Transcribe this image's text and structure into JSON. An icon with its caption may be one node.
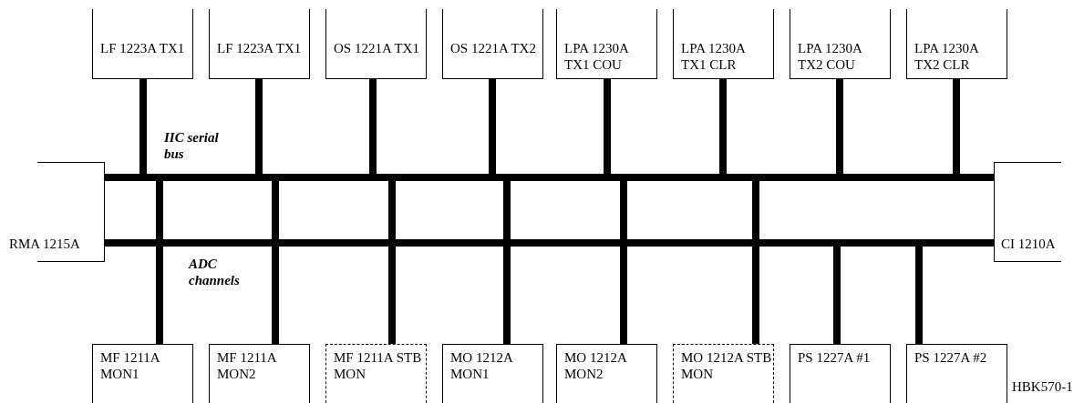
{
  "diagram": {
    "nodes": [
      {
        "text": [
          "LF 1223A TX1"
        ]
      },
      {
        "text": [
          "LF 1223A TX1"
        ]
      },
      {
        "text": [
          "OS 1221A TX1"
        ]
      },
      {
        "text": [
          "OS 1221A TX2"
        ]
      },
      {
        "text": [
          "LPA 1230A TX1 COU"
        ]
      },
      {
        "text": [
          "LPA 1230A TX1 CLR"
        ]
      },
      {
        "text": [
          "LPA 1230A TX2 COU"
        ]
      },
      {
        "text": [
          "LPA 1230A TX2 CLR"
        ]
      },
      {
        "text": [
          "RMA 1215A"
        ]
      },
      {
        "text": [
          "IIC serial bus"
        ]
      },
      {
        "text": [
          "ADC channels"
        ]
      },
      {
        "text": [
          "CI 1210A"
        ]
      },
      {
        "text": [
          "MF 1211A MON1"
        ]
      },
      {
        "text": [
          "MF 1211A MON2"
        ]
      },
      {
        "text": [
          "MF 1211A STB MON"
        ]
      },
      {
        "text": [
          "MO 1212A MON1"
        ]
      },
      {
        "text": [
          "MO 1212A MON2"
        ]
      },
      {
        "text": [
          "MO 1212A STB MON"
        ]
      },
      {
        "text": [
          "PS 1227A #1"
        ]
      },
      {
        "text": [
          "PS 1227A #2"
        ]
      }
    ],
    "edges": [
      {
        "from": 0,
        "to": 9,
        "arrow": "none"
      },
      {
        "from": 1,
        "to": 9,
        "arrow": "none"
      },
      {
        "from": 2,
        "to": 9,
        "arrow": "none"
      },
      {
        "from": 3,
        "to": 9,
        "arrow": "none"
      },
      {
        "from": 4,
        "to": 9,
        "arrow": "none"
      },
      {
        "from": 5,
        "to": 9,
        "arrow": "none"
      },
      {
        "from": 6,
        "to": 9,
        "arrow": "none"
      },
      {
        "from": 7,
        "to": 9,
        "arrow": "none"
      },
      {
        "from": 8,
        "to": 9,
        "arrow": "none"
      },
      {
        "from": 9,
        "to": 11,
        "arrow": "none"
      },
      {
        "from": 8,
        "to": 10,
        "arrow": "none"
      },
      {
        "from": 10,
        "to": 11,
        "arrow": "none"
      },
      {
        "from": 9,
        "to": 12,
        "arrow": "none"
      },
      {
        "from": 9,
        "to": 13,
        "arrow": "none"
      },
      {
        "from": 9,
        "to": 14,
        "arrow": "none"
      },
      {
        "from": 9,
        "to": 15,
        "arrow": "none"
      },
      {
        "from": 9,
        "to": 16,
        "arrow": "none"
      },
      {
        "from": 9,
        "to": 17,
        "arrow": "none"
      },
      {
        "from": 10,
        "to": 18,
        "arrow": "none"
      },
      {
        "from": 10,
        "to": 19,
        "arrow": "none"
      }
    ],
    "labels": [
      "HBK570-1"
    ]
  }
}
